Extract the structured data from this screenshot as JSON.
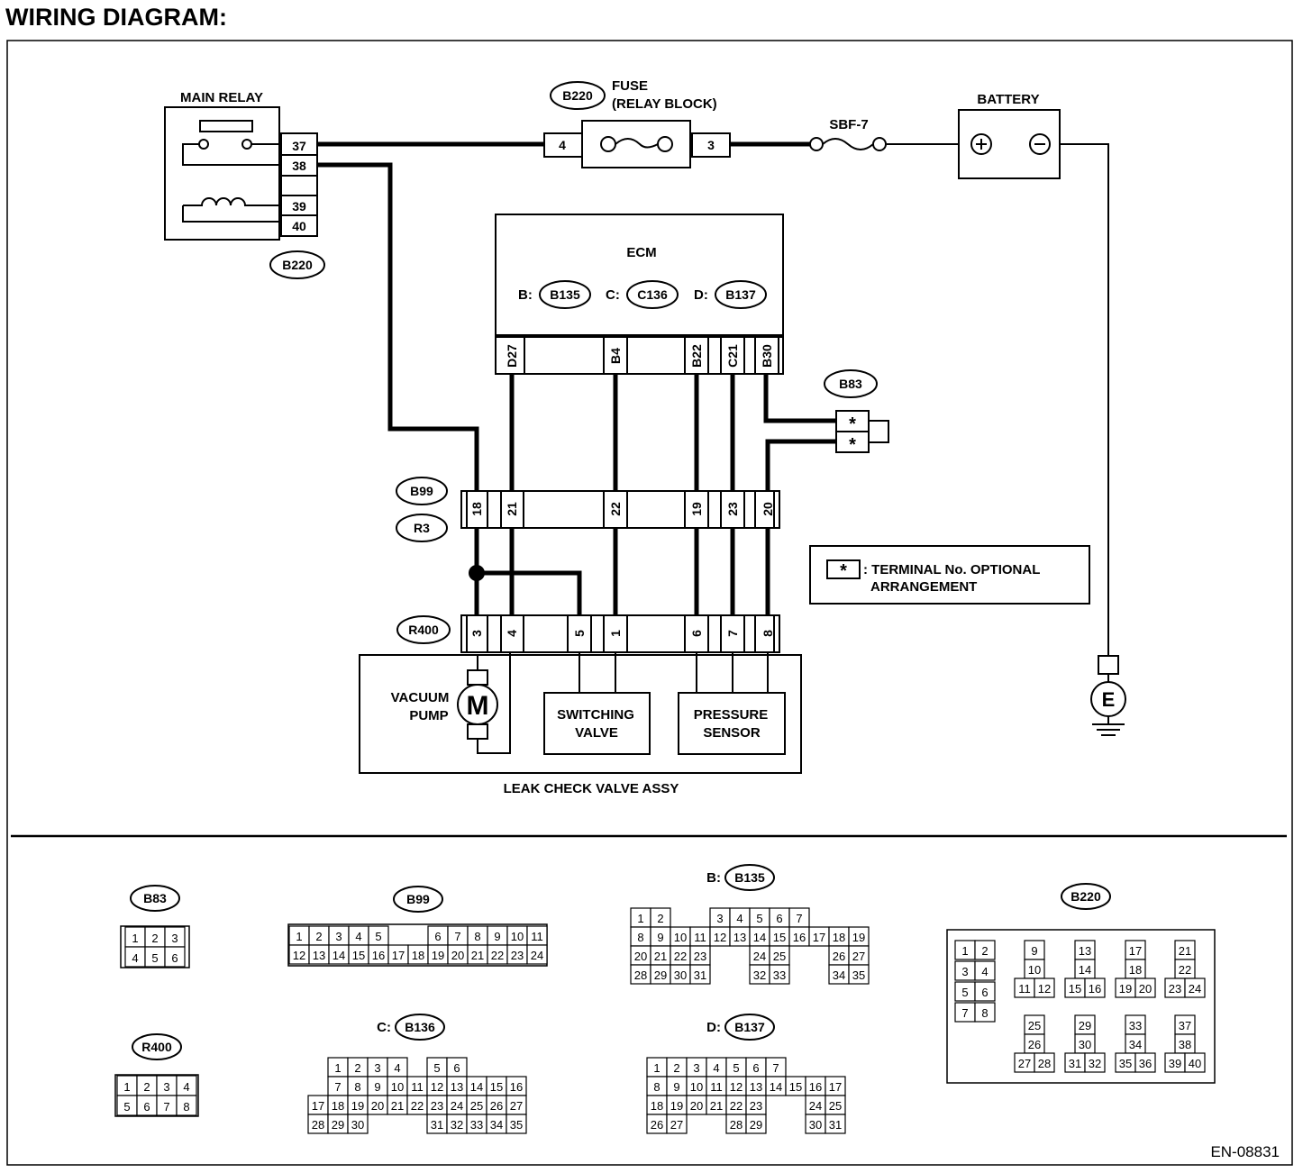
{
  "page_title": "WIRING DIAGRAM:",
  "doc_code": "EN-08831",
  "main_relay": {
    "label": "MAIN RELAY",
    "terminals": [
      "37",
      "38",
      "39",
      "40"
    ],
    "connector": "B220"
  },
  "fuse": {
    "connector": "B220",
    "label_line1": "FUSE",
    "label_line2": "(RELAY BLOCK)",
    "pin_in": "4",
    "pin_out": "3"
  },
  "sbf": {
    "label": "SBF-7"
  },
  "battery": {
    "label": "BATTERY"
  },
  "ground": {
    "label": "E"
  },
  "ecm": {
    "label": "ECM",
    "connectors": [
      {
        "prefix": "B:",
        "id": "B135"
      },
      {
        "prefix": "C:",
        "id": "C136"
      },
      {
        "prefix": "D:",
        "id": "B137"
      }
    ],
    "pins": [
      "D27",
      "B4",
      "B22",
      "C21",
      "B30"
    ]
  },
  "b83": {
    "id": "B83",
    "pins": [
      "*",
      "*"
    ]
  },
  "b99": {
    "id": "B99",
    "pins": [
      "18",
      "21",
      "22",
      "19",
      "23",
      "20"
    ]
  },
  "r3": {
    "id": "R3"
  },
  "r400": {
    "id": "R400",
    "pins": [
      "3",
      "4",
      "5",
      "1",
      "6",
      "7",
      "8"
    ]
  },
  "legend": {
    "symbol": "*",
    "line1": ": TERMINAL No. OPTIONAL",
    "line2": "ARRANGEMENT"
  },
  "assy": {
    "label": "LEAK CHECK VALVE ASSY",
    "pump_line1": "VACUUM",
    "pump_line2": "PUMP",
    "motor": "M",
    "valve_line1": "SWITCHING",
    "valve_line2": "VALVE",
    "sensor_line1": "PRESSURE",
    "sensor_line2": "SENSOR"
  },
  "connector_views": {
    "b83": {
      "id": "B83",
      "rows": [
        [
          "1",
          "2",
          "3"
        ],
        [
          "4",
          "5",
          "6"
        ]
      ]
    },
    "r400": {
      "id": "R400",
      "rows": [
        [
          "1",
          "2",
          "3",
          "4"
        ],
        [
          "5",
          "6",
          "7",
          "8"
        ]
      ]
    },
    "b99": {
      "id": "B99",
      "rows": [
        [
          "1",
          "2",
          "3",
          "4",
          "5",
          "",
          "",
          "6",
          "7",
          "8",
          "9",
          "10",
          "11"
        ],
        [
          "12",
          "13",
          "14",
          "15",
          "16",
          "17",
          "18",
          "19",
          "20",
          "21",
          "22",
          "23",
          "24"
        ]
      ]
    },
    "b135": {
      "prefix": "B:",
      "id": "B135",
      "rows": [
        [
          "1",
          "2",
          "",
          "",
          "3",
          "4",
          "5",
          "6",
          "7"
        ],
        [
          "8",
          "9",
          "10",
          "11",
          "12",
          "13",
          "14",
          "15",
          "16",
          "17",
          "18",
          "19"
        ],
        [
          "20",
          "21",
          "22",
          "23",
          "",
          "",
          "24",
          "25",
          "",
          "",
          "26",
          "27"
        ],
        [
          "28",
          "29",
          "30",
          "31",
          "",
          "",
          "32",
          "33",
          "",
          "",
          "34",
          "35"
        ]
      ]
    },
    "c136": {
      "prefix": "C:",
      "id": "B136",
      "rows": [
        [
          "",
          "1",
          "2",
          "3",
          "4",
          "",
          "5",
          "6"
        ],
        [
          "",
          "7",
          "8",
          "9",
          "10",
          "11",
          "12",
          "13",
          "14",
          "15",
          "16"
        ],
        [
          "17",
          "18",
          "19",
          "20",
          "21",
          "22",
          "23",
          "24",
          "25",
          "26",
          "27"
        ],
        [
          "28",
          "29",
          "30",
          "",
          "",
          "",
          "31",
          "32",
          "33",
          "34",
          "35"
        ]
      ]
    },
    "d137": {
      "prefix": "D:",
      "id": "B137",
      "rows": [
        [
          "1",
          "2",
          "3",
          "4",
          "5",
          "6",
          "7"
        ],
        [
          "8",
          "9",
          "10",
          "11",
          "12",
          "13",
          "14",
          "15",
          "16",
          "17"
        ],
        [
          "18",
          "19",
          "20",
          "21",
          "22",
          "23",
          "",
          "",
          "24",
          "25"
        ],
        [
          "26",
          "27",
          "",
          "",
          "28",
          "29",
          "",
          "",
          "30",
          "31"
        ]
      ]
    },
    "b220": {
      "id": "B220",
      "groups": [
        [
          "1",
          "2"
        ],
        [
          "3",
          "4"
        ],
        [
          "5",
          "6"
        ],
        [
          "7",
          "8"
        ]
      ],
      "upper": [
        [
          "9",
          "10",
          "11",
          "12"
        ],
        [
          "13",
          "14",
          "15",
          "16"
        ],
        [
          "17",
          "18",
          "19",
          "20"
        ],
        [
          "21",
          "22",
          "23",
          "24"
        ]
      ],
      "lower": [
        [
          "25",
          "26",
          "27",
          "28"
        ],
        [
          "29",
          "30",
          "31",
          "32"
        ],
        [
          "33",
          "34",
          "35",
          "36"
        ],
        [
          "37",
          "38",
          "39",
          "40"
        ]
      ]
    }
  }
}
